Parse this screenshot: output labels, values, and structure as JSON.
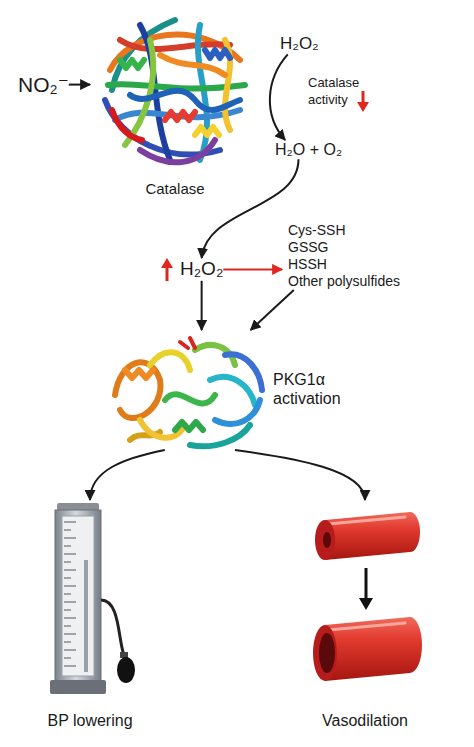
{
  "diagram": {
    "nodes": [
      {
        "text": [
          "NO₂⁻"
        ]
      },
      {
        "text": [
          "Catalase"
        ]
      },
      {
        "text": [
          "H₂O₂"
        ]
      },
      {
        "text": [
          "H₂O + O₂"
        ]
      },
      {
        "text": [
          "H₂O₂"
        ]
      },
      {
        "text": [
          "Cys-SSH",
          "GSSG",
          "HSSH",
          "Other polysulfides"
        ]
      },
      {
        "text": [
          "PKG1α activation"
        ]
      },
      {
        "text": [
          "BP lowering"
        ]
      },
      {
        "text": [
          "Vasodilation"
        ]
      }
    ],
    "edges": [
      {
        "from": 0,
        "to": 1,
        "arrow": "to"
      },
      {
        "from": 2,
        "to": 3,
        "arrow": "to"
      },
      {
        "from": 3,
        "to": 4,
        "arrow": "to"
      },
      {
        "from": 4,
        "to": 5,
        "arrow": "to"
      },
      {
        "from": 4,
        "to": 6,
        "arrow": "to"
      },
      {
        "from": 5,
        "to": 6,
        "arrow": "to"
      },
      {
        "from": 6,
        "to": 7,
        "arrow": "to"
      },
      {
        "from": 6,
        "to": 8,
        "arrow": "to"
      }
    ],
    "labels": [
      "Catalase activity"
    ]
  }
}
